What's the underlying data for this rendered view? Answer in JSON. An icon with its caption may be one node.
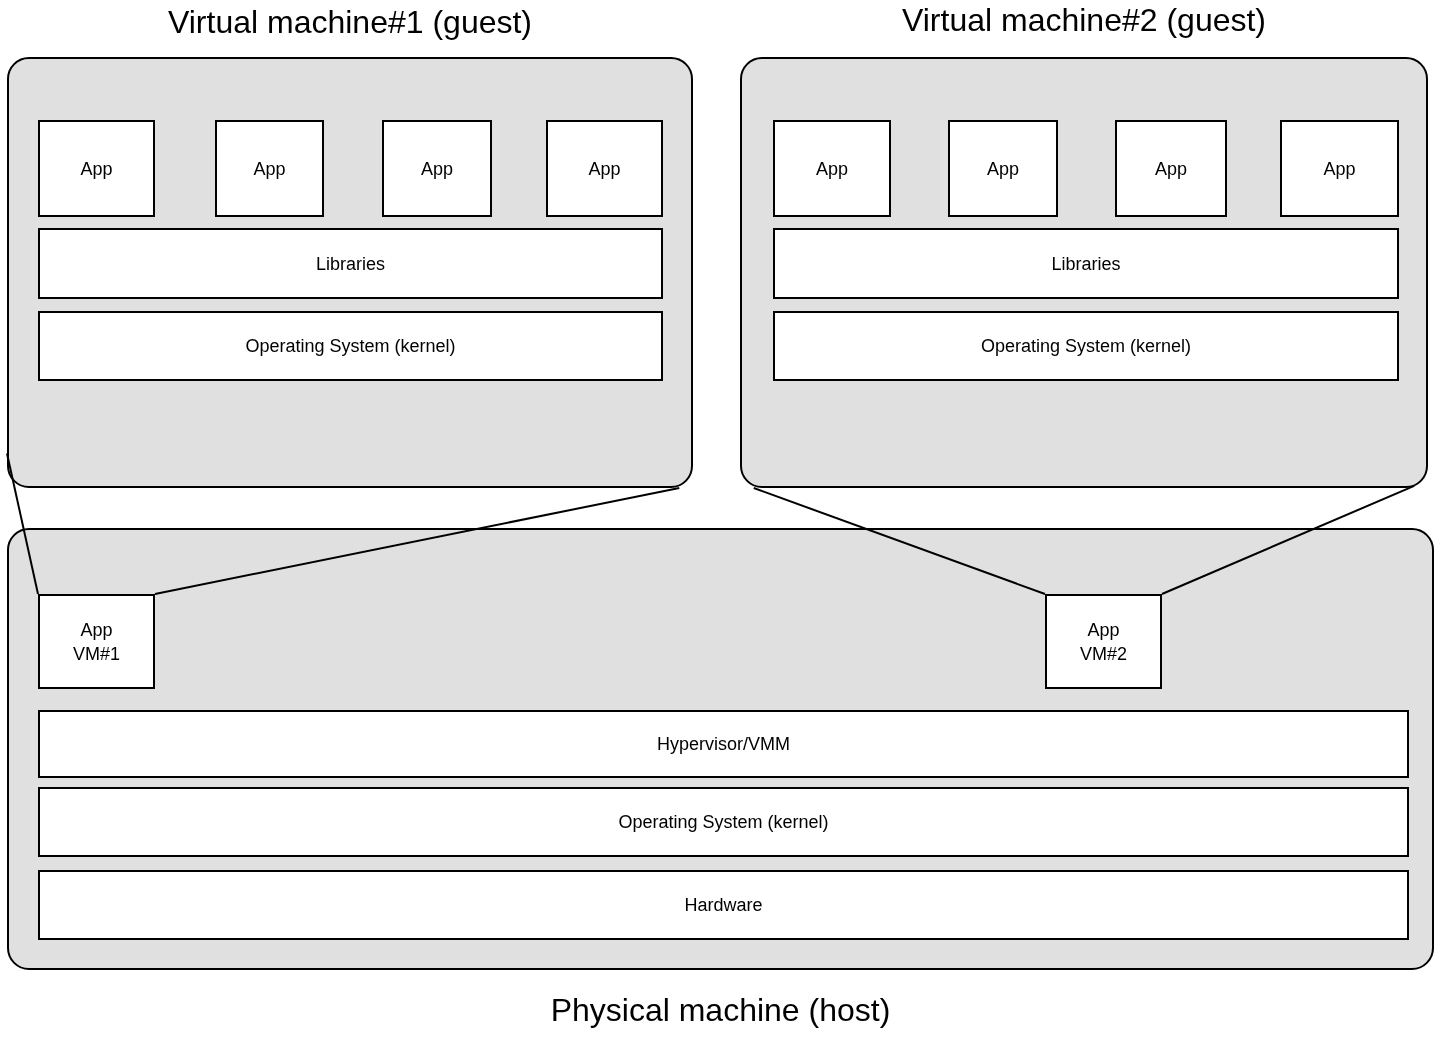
{
  "diagram": {
    "nodes": [
      {
        "text": [
          "Virtual machine#1 (guest)"
        ]
      },
      {
        "text": [
          "App"
        ],
        "in": 0
      },
      {
        "text": [
          "App"
        ],
        "in": 0
      },
      {
        "text": [
          "App"
        ],
        "in": 0
      },
      {
        "text": [
          "App"
        ],
        "in": 0
      },
      {
        "text": [
          "Libraries"
        ],
        "in": 0
      },
      {
        "text": [
          "Operating System (kernel)"
        ],
        "in": 0
      },
      {
        "text": [
          "Virtual machine#2 (guest)"
        ]
      },
      {
        "text": [
          "App"
        ],
        "in": 7
      },
      {
        "text": [
          "App"
        ],
        "in": 7
      },
      {
        "text": [
          "App"
        ],
        "in": 7
      },
      {
        "text": [
          "App"
        ],
        "in": 7
      },
      {
        "text": [
          "Libraries"
        ],
        "in": 7
      },
      {
        "text": [
          "Operating System (kernel)"
        ],
        "in": 7
      },
      {
        "text": [
          "Physical machine (host)"
        ]
      },
      {
        "text": [
          "App VM#1"
        ],
        "in": 14
      },
      {
        "text": [
          "App VM#2"
        ],
        "in": 14
      },
      {
        "text": [
          "Hypervisor/VMM"
        ],
        "in": 14
      },
      {
        "text": [
          "Operating System (kernel)"
        ],
        "in": 14
      },
      {
        "text": [
          "Hardware"
        ],
        "in": 14
      }
    ],
    "edges": [
      {
        "from": 0,
        "to": 15,
        "arrow": "none"
      },
      {
        "from": 0,
        "to": 15,
        "arrow": "none"
      },
      {
        "from": 7,
        "to": 16,
        "arrow": "none"
      },
      {
        "from": 7,
        "to": 16,
        "arrow": "none"
      }
    ]
  }
}
